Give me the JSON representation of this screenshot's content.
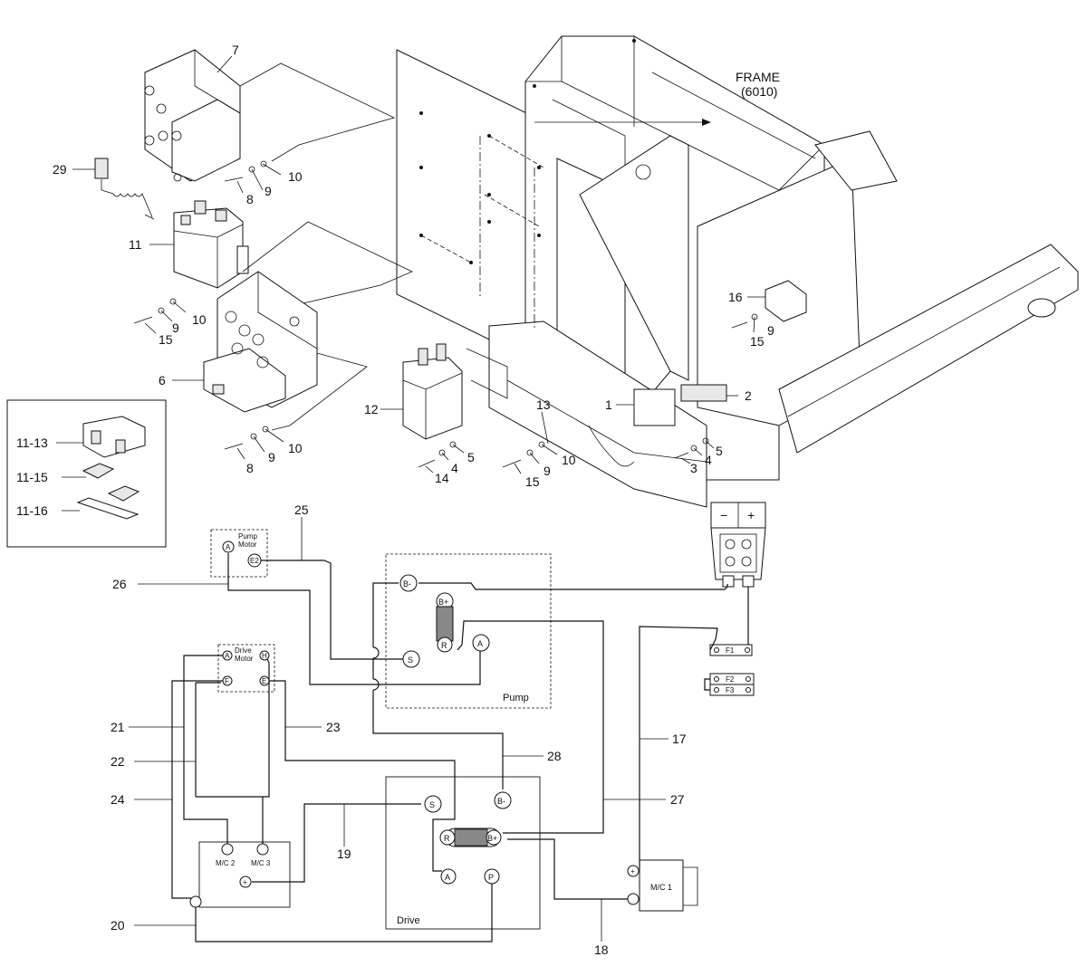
{
  "frame_label": [
    "FRAME",
    "(6010)"
  ],
  "callouts": {
    "n7": "7",
    "n29": "29",
    "n10a": "10",
    "n9a": "9",
    "n8a": "8",
    "n11": "11",
    "n10b": "10",
    "n9b": "9",
    "n15a": "15",
    "n6": "6",
    "n10c": "10",
    "n9c": "9",
    "n8b": "8",
    "n12": "12",
    "n5a": "5",
    "n4a": "4",
    "n14": "14",
    "n13": "13",
    "n15b": "15",
    "n9d": "9",
    "n10d": "10",
    "n16": "16",
    "n15c": "15",
    "n9e": "9",
    "n2": "2",
    "n1": "1",
    "n5b": "5",
    "n4b": "4",
    "n3": "3",
    "n11_13": "11-13",
    "n11_15": "11-15",
    "n11_16": "11-16",
    "n25": "25",
    "n26": "26",
    "n21": "21",
    "n22": "22",
    "n23": "23",
    "n24": "24",
    "n28": "28",
    "n27": "27",
    "n17": "17",
    "n19": "19",
    "n20": "20",
    "n18": "18"
  },
  "boxes": {
    "pump_motor": [
      "Pump",
      "Motor"
    ],
    "drive_motor": [
      "Drive",
      "Motor"
    ],
    "pump": "Pump",
    "drive": "Drive"
  },
  "terminals": {
    "pm_a": "A",
    "pm_e2": "E2",
    "dm_a": "A",
    "dm_h": "H",
    "dm_f": "F",
    "dm_e": "E",
    "p_bminus": "B-",
    "p_bplus": "B+",
    "p_r": "R",
    "p_a": "A",
    "p_s": "S",
    "d_s": "S",
    "d_bminus": "B-",
    "d_r": "R",
    "d_bplus": "B+",
    "d_a": "A",
    "d_p": "P",
    "mc2": "M/C 2",
    "mc3": "M/C 3",
    "mc_plus": "+",
    "mc1": "M/C 1",
    "mc1_plus": "+",
    "f1": "F1",
    "f2": "F2",
    "f3": "F3",
    "conn_minus": "−",
    "conn_plus": "+"
  }
}
